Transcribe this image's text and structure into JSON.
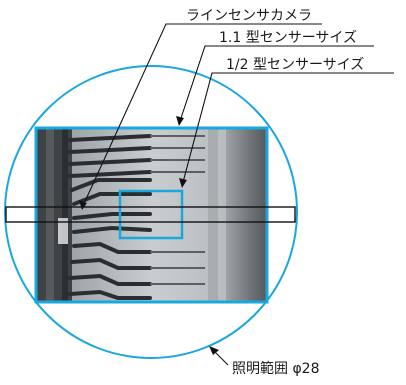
{
  "labels": {
    "line_sensor_camera": "ラインセンサカメラ",
    "sensor_11": "1.1 型センサーサイズ",
    "sensor_12": "1/2 型センサーサイズ",
    "illumination": "照明範囲 φ28"
  },
  "colors": {
    "circle": "#1aa7e0",
    "sensor_11_rect": "#1aa7e0",
    "sensor_12_rect": "#1aa7e0",
    "line_sensor_rect": "#111111",
    "leader": "#111111",
    "photo_bg": "#bfc3c6"
  },
  "icons": {
    "leader_arrow": "arrow-head"
  }
}
